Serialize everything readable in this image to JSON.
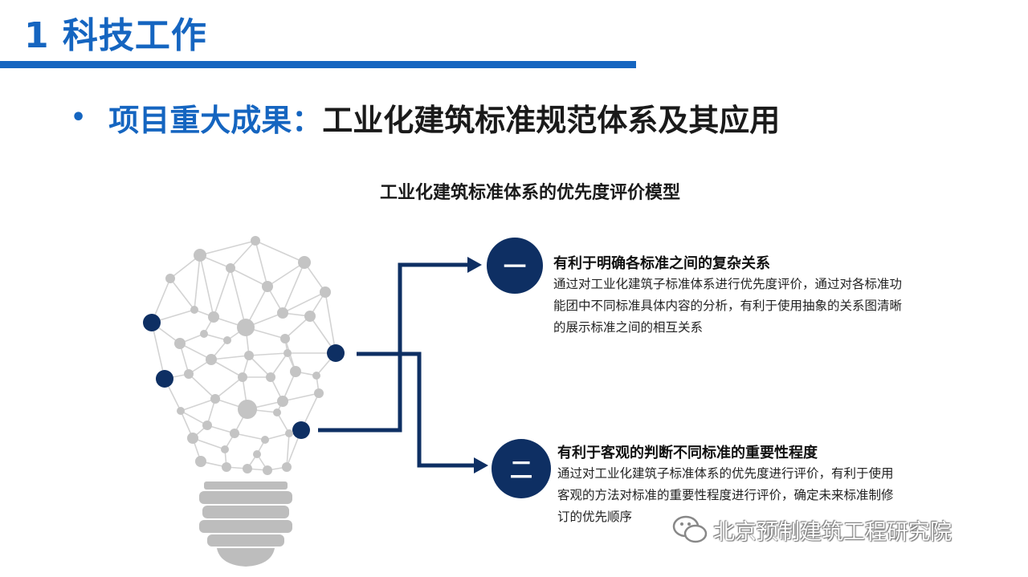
{
  "header": {
    "title": "1 科技工作"
  },
  "headline": {
    "bullet": "•",
    "label": "项目重大成果：",
    "topic": "工业化建筑标准规范体系及其应用"
  },
  "diagram": {
    "title": "工业化建筑标准体系的优先度评价模型",
    "points": [
      {
        "marker": "一",
        "heading": "有利于明确各标准之间的复杂关系",
        "body": "通过对工业化建筑子标准体系进行优先度评价，通过对各标准功能团中不同标准具体内容的分析，有利于使用抽象的关系图清晰的展示标准之间的相互关系"
      },
      {
        "marker": "二",
        "heading": "有利于客观的判断不同标准的重要性程度",
        "body": "通过对工业化建筑子标准体系的优先度进行评价，有利于使用客观的方法对标准的重要性程度进行评价，确定未来标准制修订的优先顺序"
      }
    ]
  },
  "watermark": {
    "text": "北京预制建筑工程研究院"
  },
  "colors": {
    "accent_blue": "#1565C0",
    "dark_navy": "#0E2F63",
    "node_gray": "#C4C4C4",
    "bulb_base_gray": "#BDBDBD"
  },
  "icons": {
    "bullet": "bullet-dot",
    "illustration": "network-lightbulb",
    "watermark": "wechat-icon"
  }
}
